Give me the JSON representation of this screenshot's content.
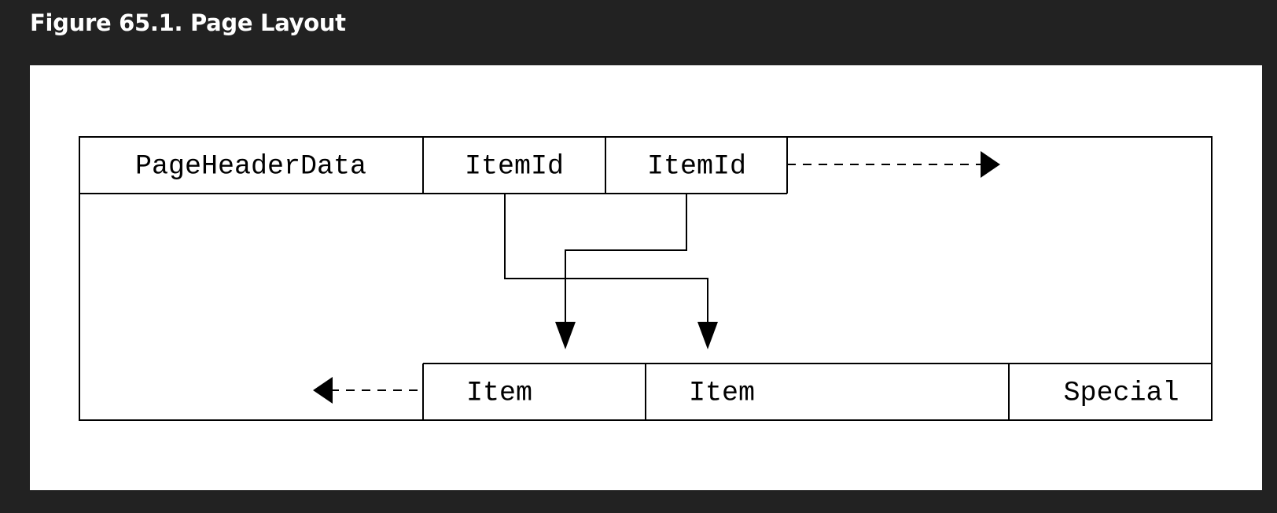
{
  "figure": {
    "title": "Figure 65.1. Page Layout"
  },
  "diagram": {
    "header_cells": {
      "page_header": "PageHeaderData",
      "item_id_1": "ItemId",
      "item_id_2": "ItemId"
    },
    "footer_cells": {
      "item_1": "Item",
      "item_2": "Item",
      "special": "Special"
    }
  },
  "colors": {
    "background": "#222222",
    "panel": "#ffffff",
    "ink": "#000000",
    "title": "#ffffff"
  }
}
